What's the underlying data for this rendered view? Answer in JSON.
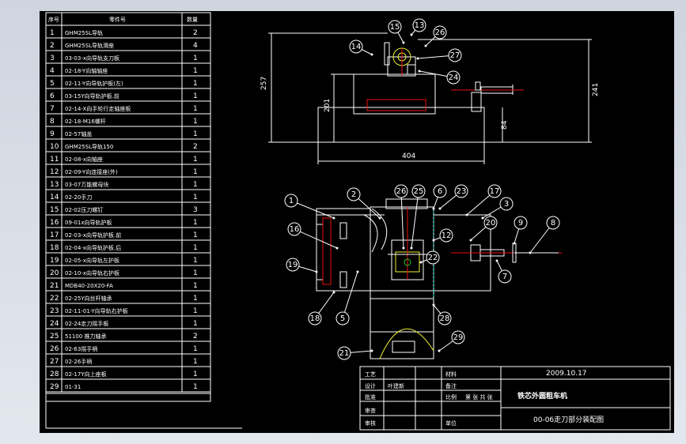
{
  "parts_table": {
    "headers": {
      "no": "序号",
      "name": "零件号",
      "qty": "数量"
    },
    "rows": [
      {
        "no": "1",
        "name": "GHM25SL导轨",
        "qty": "2"
      },
      {
        "no": "2",
        "name": "GHM25SL导轨滑座",
        "qty": "4"
      },
      {
        "no": "3",
        "name": "03-03-x向导轨支刀板",
        "qty": "1"
      },
      {
        "no": "4",
        "name": "02-18-Y向轴轴座",
        "qty": "1"
      },
      {
        "no": "5",
        "name": "02-11-Y向导轨护板(左)",
        "qty": "1"
      },
      {
        "no": "6",
        "name": "03-15Y向导轨护板.前",
        "qty": "1"
      },
      {
        "no": "7",
        "name": "02-14-X向手轮行走轴座板",
        "qty": "1"
      },
      {
        "no": "8",
        "name": "02-18-M16螺杆",
        "qty": "1"
      },
      {
        "no": "9",
        "name": "02-57轴盖",
        "qty": "1"
      },
      {
        "no": "10",
        "name": "GHM25SL导轨150",
        "qty": "2"
      },
      {
        "no": "11",
        "name": "02-08-x向轴座",
        "qty": "1"
      },
      {
        "no": "12",
        "name": "02-09-Y向连接座(外)",
        "qty": "1"
      },
      {
        "no": "13",
        "name": "03-07万能螺母块",
        "qty": "1"
      },
      {
        "no": "14",
        "name": "02-20手刀",
        "qty": "1"
      },
      {
        "no": "15",
        "name": "02-02压刀螺钉",
        "qty": "3"
      },
      {
        "no": "16",
        "name": "09-01x向导轨护板",
        "qty": "1"
      },
      {
        "no": "17",
        "name": "02-03-x向导轨护板.前",
        "qty": "1"
      },
      {
        "no": "18",
        "name": "02-04-x向导轨护板.后",
        "qty": "1"
      },
      {
        "no": "19",
        "name": "02-05-x向导轨左护板",
        "qty": "1"
      },
      {
        "no": "20",
        "name": "02-10-x向导轨右护板",
        "qty": "1"
      },
      {
        "no": "21",
        "name": "MDB40-20X20-FA",
        "qty": "1"
      },
      {
        "no": "22",
        "name": "02-25Y向丝杆轴承",
        "qty": "1"
      },
      {
        "no": "23",
        "name": "02-11-01-Y向导轨右护板",
        "qty": "1"
      },
      {
        "no": "24",
        "name": "02-24走刀摇手板",
        "qty": "1"
      },
      {
        "no": "25",
        "name": "51100 推力轴承",
        "qty": "2"
      },
      {
        "no": "26",
        "name": "02-63摇手柄",
        "qty": "1"
      },
      {
        "no": "27",
        "name": "02-26手柄",
        "qty": "1"
      },
      {
        "no": "28",
        "name": "02-17Y向上座板",
        "qty": "1"
      },
      {
        "no": "29",
        "name": "01-31",
        "qty": "1"
      }
    ]
  },
  "top_view": {
    "dims": {
      "width": "404",
      "height_total": "257",
      "height_body": "201",
      "height_right": "241",
      "height_small": "84"
    },
    "balloons": [
      "15",
      "13",
      "14",
      "26",
      "27",
      "24"
    ]
  },
  "plan_view": {
    "balloons": [
      "1",
      "2",
      "26",
      "25",
      "6",
      "23",
      "17",
      "3",
      "16",
      "12",
      "20",
      "9",
      "8",
      "19",
      "22",
      "7",
      "18",
      "5",
      "28",
      "21",
      "29"
    ]
  },
  "title_block": {
    "date": "2009.10.17",
    "machine_name": "铁芯外圆粗车机",
    "drawing_name": "00-06走刀部分装配图",
    "row_labels": [
      "工艺",
      "设计",
      "批准",
      "审查",
      "审核"
    ],
    "designer": "叶建新",
    "material_label": "材料",
    "note_label": "备注",
    "scale_label": "比例",
    "sheet_label": "第 张 共 张",
    "unit_label": "单位"
  }
}
